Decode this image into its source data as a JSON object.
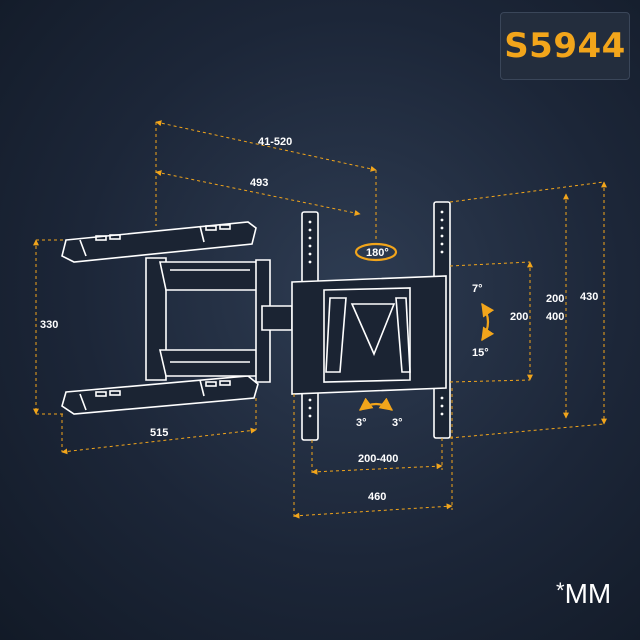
{
  "product": {
    "model": "S5944"
  },
  "dimensions": {
    "arm_extension_range": "41-520",
    "arm_length": "493",
    "arm_height": "330",
    "arm_width": "515",
    "vesa_horizontal": "200-400",
    "plate_width": "460",
    "plate_height": "430",
    "vesa_vertical_small": "200",
    "vesa_vertical_range_top": "200",
    "vesa_vertical_range_bottom": "400"
  },
  "angles": {
    "swivel": "180°",
    "tilt_up": "7°",
    "tilt_down": "15°",
    "level_left": "3°",
    "level_right": "3°"
  },
  "units": {
    "star": "*",
    "label": "MM"
  },
  "colors": {
    "accent": "#f2a51b",
    "line": "#ffffff",
    "background": "#1c2638"
  }
}
